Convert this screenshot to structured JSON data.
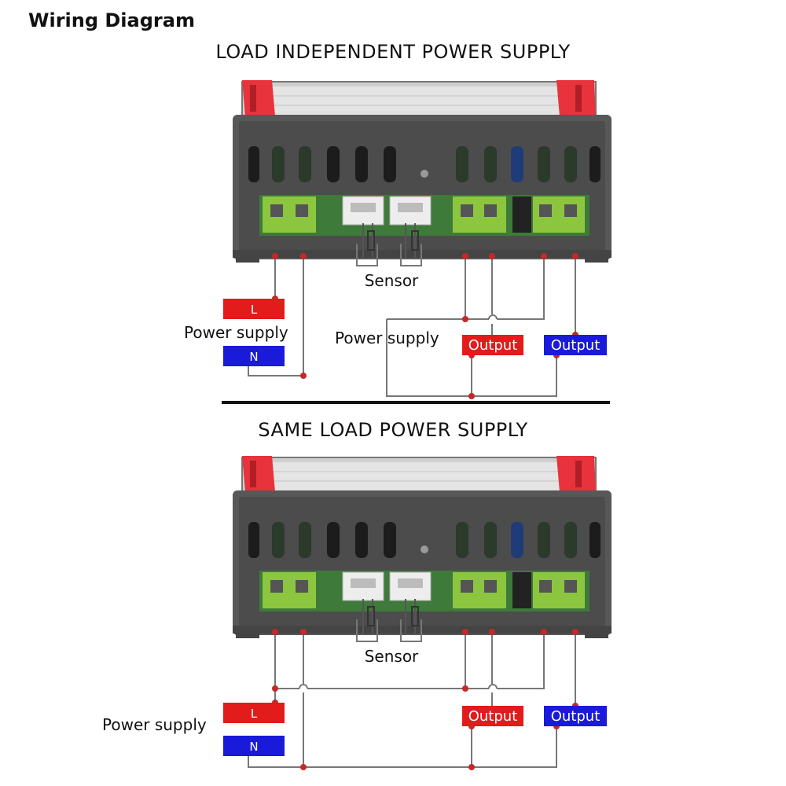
{
  "page_title": "Wiring Diagram",
  "sections": [
    {
      "title": "LOAD INDEPENDENT POWER SUPPLY",
      "sensor_label": "Sensor",
      "power_supply_label_left": "Power supply",
      "power_supply_label_center": "Power supply",
      "L_label": "L",
      "N_label": "N",
      "output_label_1": "Output",
      "output_label_2": "Output"
    },
    {
      "title": "SAME LOAD POWER SUPPLY",
      "sensor_label": "Sensor",
      "power_supply_label_left": "Power supply",
      "L_label": "L",
      "N_label": "N",
      "output_label_1": "Output",
      "output_label_2": "Output"
    }
  ],
  "colors": {
    "wire": "#777777",
    "node": "#c62828",
    "red_tag": "#e21b1b",
    "blue_tag": "#1a1adb",
    "housing": "#585858",
    "pcb": "#3e7a3a",
    "terminal": "#8cc63e",
    "end_cap": "#e8323c"
  }
}
